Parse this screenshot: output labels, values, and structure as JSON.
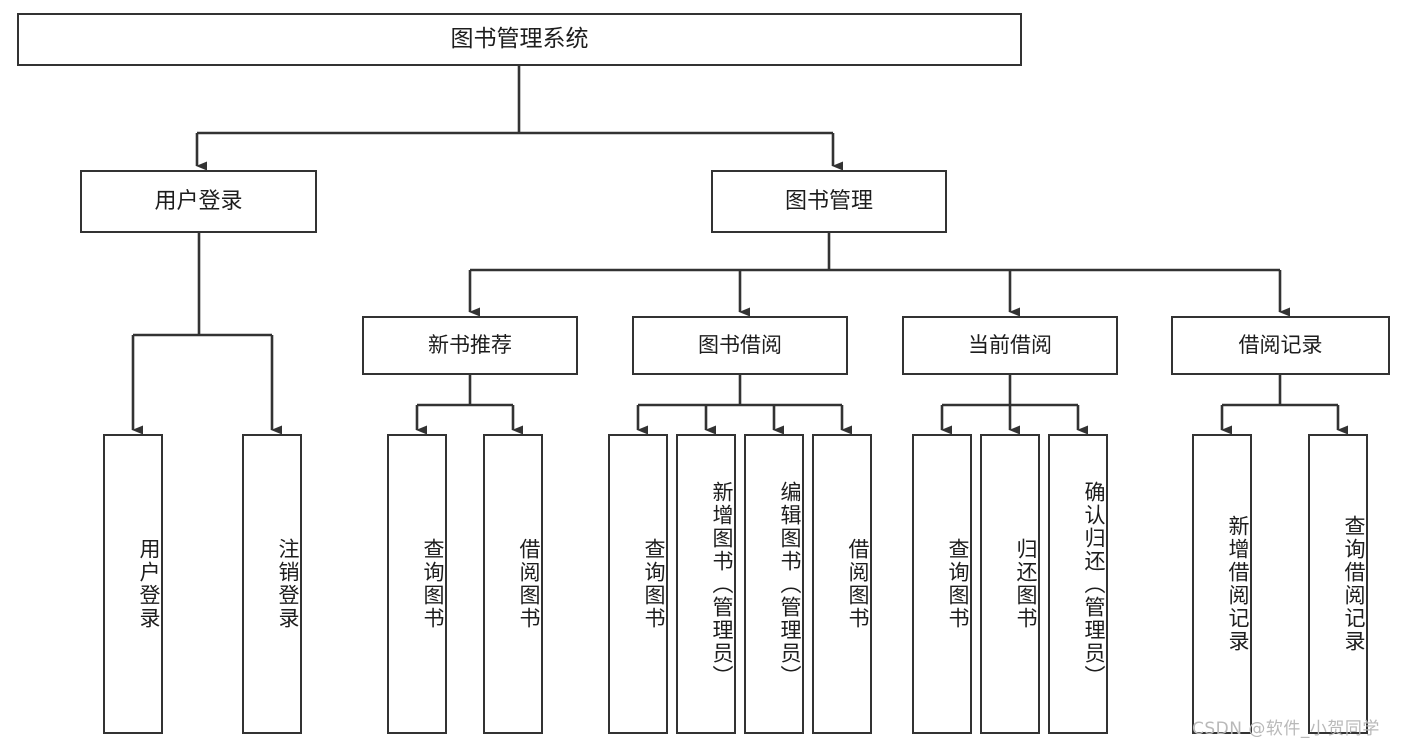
{
  "diagram": {
    "title": "图书管理系统",
    "type": "tree",
    "root": {
      "id": "root",
      "label": "图书管理系统",
      "level": 1
    },
    "level2": [
      {
        "id": "user-login",
        "label": "用户登录",
        "level": 2
      },
      {
        "id": "book-manage",
        "label": "图书管理",
        "level": 2
      }
    ],
    "level3": [
      {
        "id": "new-book-recommend",
        "label": "新书推荐",
        "level": 3,
        "parent": "book-manage"
      },
      {
        "id": "book-borrow",
        "label": "图书借阅",
        "level": 3,
        "parent": "book-manage"
      },
      {
        "id": "current-borrow",
        "label": "当前借阅",
        "level": 3,
        "parent": "book-manage"
      },
      {
        "id": "borrow-record",
        "label": "借阅记录",
        "level": 3,
        "parent": "book-manage"
      }
    ],
    "leaves": [
      {
        "id": "leaf-user-login",
        "label": "用户登录",
        "parent": "user-login"
      },
      {
        "id": "leaf-logout",
        "label": "注销登录",
        "parent": "user-login"
      },
      {
        "id": "leaf-query-book-1",
        "label": "查询图书",
        "parent": "new-book-recommend"
      },
      {
        "id": "leaf-borrow-book-1",
        "label": "借阅图书",
        "parent": "new-book-recommend"
      },
      {
        "id": "leaf-query-book-2",
        "label": "查询图书",
        "parent": "book-borrow"
      },
      {
        "id": "leaf-add-book",
        "label": "新增图书（管理员）",
        "parent": "book-borrow"
      },
      {
        "id": "leaf-edit-book",
        "label": "编辑图书（管理员）",
        "parent": "book-borrow"
      },
      {
        "id": "leaf-borrow-book-2",
        "label": "借阅图书",
        "parent": "book-borrow"
      },
      {
        "id": "leaf-query-book-3",
        "label": "查询图书",
        "parent": "current-borrow"
      },
      {
        "id": "leaf-return-book",
        "label": "归还图书",
        "parent": "current-borrow"
      },
      {
        "id": "leaf-confirm-return",
        "label": "确认归还（管理员）",
        "parent": "current-borrow"
      },
      {
        "id": "leaf-add-record",
        "label": "新增借阅记录",
        "parent": "borrow-record"
      },
      {
        "id": "leaf-query-record",
        "label": "查询借阅记录",
        "parent": "borrow-record"
      }
    ]
  },
  "watermark": {
    "text": "CSDN @软件_小贺同学"
  },
  "colors": {
    "box_border": "#333333",
    "box_fill": "#ffffff",
    "connector": "#333333",
    "text": "#1d1d1d",
    "watermark": "#b9b9b9",
    "background": "#ffffff"
  }
}
